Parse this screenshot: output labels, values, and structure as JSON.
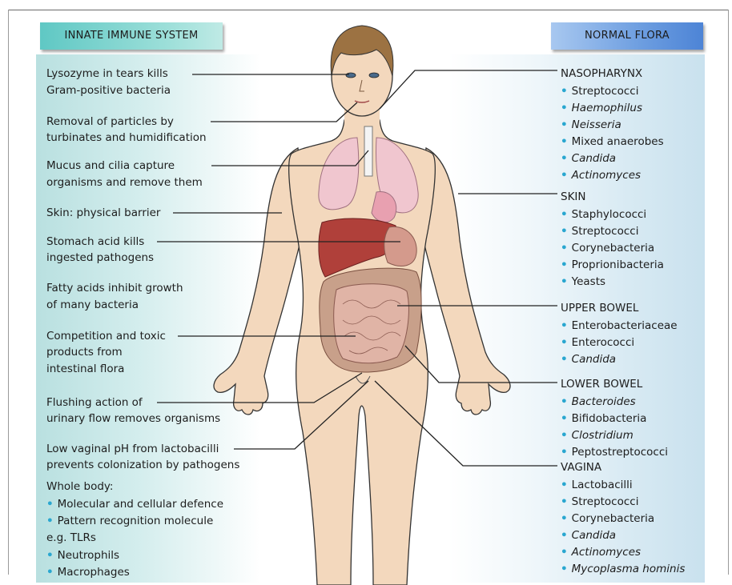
{
  "headers": {
    "innate": "INNATE IMMUNE SYSTEM",
    "flora": "NORMAL FLORA"
  },
  "innate_items": [
    {
      "lines": [
        "Lysozyme in tears kills",
        "Gram-positive bacteria"
      ]
    },
    {
      "lines": [
        "Removal of particles by",
        "turbinates and humidification"
      ]
    },
    {
      "lines": [
        "Mucus and cilia capture",
        "organisms and remove them"
      ]
    },
    {
      "lines": [
        "Skin: physical barrier"
      ]
    },
    {
      "lines": [
        "Stomach acid kills",
        "ingested pathogens"
      ]
    },
    {
      "lines": [
        "Fatty acids inhibit growth",
        "of many bacteria"
      ]
    },
    {
      "lines": [
        "Competition and toxic",
        "products from",
        "intestinal flora"
      ]
    },
    {
      "lines": [
        "Flushing action of",
        "urinary flow removes organisms"
      ]
    },
    {
      "lines": [
        "Low vaginal pH from lactobacilli",
        "prevents colonization by pathogens"
      ]
    }
  ],
  "whole_body": {
    "title": "Whole body:",
    "items": [
      "Molecular and cellular defence",
      "Pattern recognition molecule",
      "e.g. TLRs",
      "Neutrophils",
      "Macrophages"
    ]
  },
  "flora_groups": [
    {
      "site": "NASOPHARYNX",
      "organisms": [
        "Streptococci",
        "Haemophilus",
        "Neisseria",
        "Mixed anaerobes",
        "Candida",
        "Actinomyces"
      ],
      "italic": [
        false,
        true,
        true,
        false,
        true,
        true
      ]
    },
    {
      "site": "SKIN",
      "organisms": [
        "Staphylococci",
        "Streptococci",
        "Corynebacteria",
        "Proprionibacteria",
        "Yeasts"
      ],
      "italic": [
        false,
        false,
        false,
        false,
        false
      ]
    },
    {
      "site": "UPPER BOWEL",
      "organisms": [
        "Enterobacteriaceae",
        "Enterococci",
        "Candida"
      ],
      "italic": [
        false,
        false,
        true
      ]
    },
    {
      "site": "LOWER BOWEL",
      "organisms": [
        "Bacteroides",
        "Bifidobacteria",
        "Clostridium",
        "Peptostreptococci"
      ],
      "italic": [
        true,
        false,
        true,
        false
      ]
    },
    {
      "site": "VAGINA",
      "organisms": [
        "Lactobacilli",
        "Streptococci",
        "Corynebacteria",
        "Candida",
        "Actinomyces",
        "Mycoplasma hominis"
      ],
      "italic": [
        false,
        false,
        false,
        true,
        true,
        true
      ]
    }
  ],
  "colors": {
    "innate_header": "#5fc8c4",
    "flora_header": "#6c9de0",
    "bullet": "#2aa7d0",
    "skin": "#f3d8bd",
    "hair": "#9c7242",
    "liver": "#b0403a",
    "lungs": "#f0c6cf",
    "intestine": "#c8a08a"
  }
}
